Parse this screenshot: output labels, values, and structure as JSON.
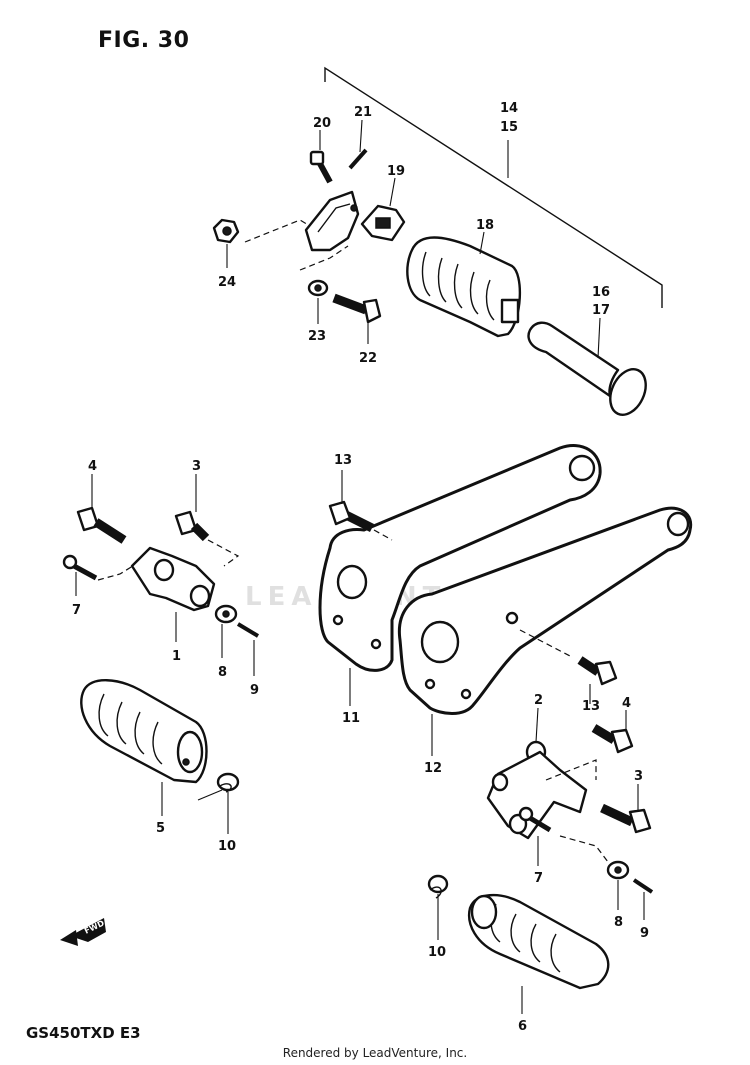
{
  "figure_title": "FIG. 30",
  "model_code": "GS450TXD  E3",
  "footer_text": "Rendered by LeadVenture, Inc.",
  "watermark_text": "LEADVENTURE",
  "fwd_label": "FWD",
  "callouts": {
    "c1": "1",
    "c2": "2",
    "c3a": "3",
    "c3b": "3",
    "c4a": "4",
    "c4b": "4",
    "c5": "5",
    "c6": "6",
    "c7a": "7",
    "c7b": "7",
    "c8a": "8",
    "c8b": "8",
    "c9a": "9",
    "c9b": "9",
    "c10a": "10",
    "c10b": "10",
    "c11": "11",
    "c12": "12",
    "c13a": "13",
    "c13b": "13",
    "c14": "14",
    "c15": "15",
    "c16": "16",
    "c17": "17",
    "c18": "18",
    "c19": "19",
    "c20": "20",
    "c21": "21",
    "c22": "22",
    "c23": "23",
    "c24": "24"
  }
}
